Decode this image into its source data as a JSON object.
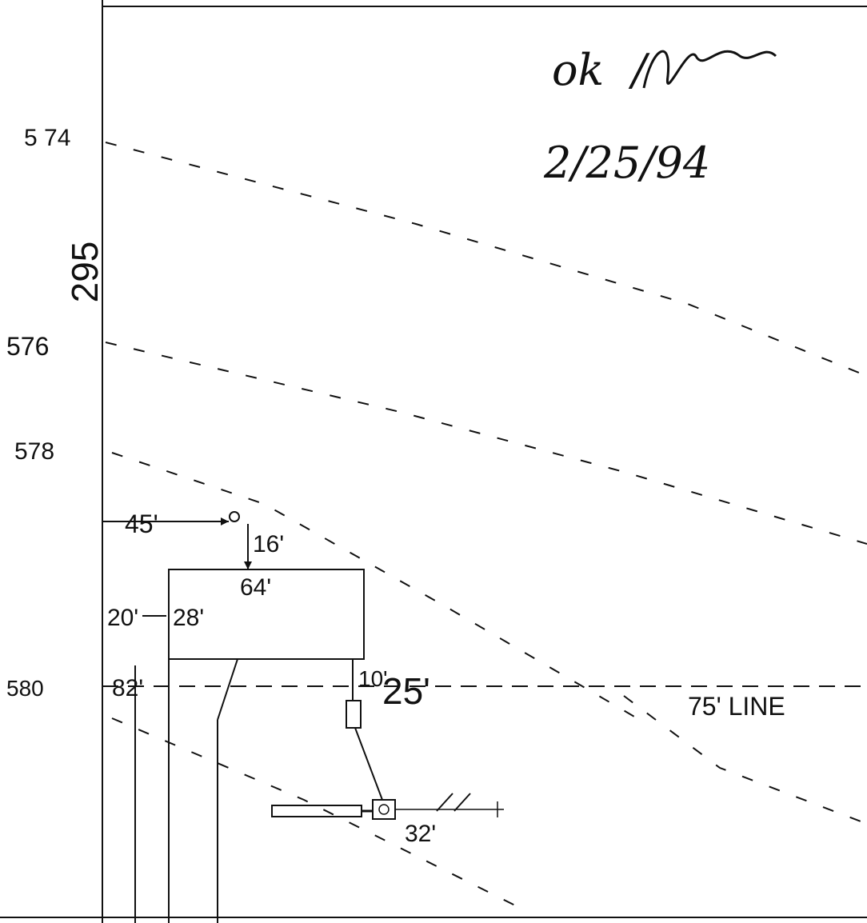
{
  "contour_labels": [
    "5 74",
    "576",
    "578",
    "580"
  ],
  "lot_depth": "295",
  "dimensions": {
    "front_setback": "45'",
    "well_offset": "16'",
    "house_width": "64'",
    "side_setback": "20'",
    "house_depth": "28'",
    "driveway_offset": "82'",
    "tank_offset": "10'",
    "pipe_run": "25'",
    "field_length": "32'"
  },
  "setback_line_label": "75' LINE",
  "approval_note": "ok",
  "approval_date": "2/25/94",
  "colors": {
    "ink": "#111111",
    "paper": "#ffffff"
  }
}
